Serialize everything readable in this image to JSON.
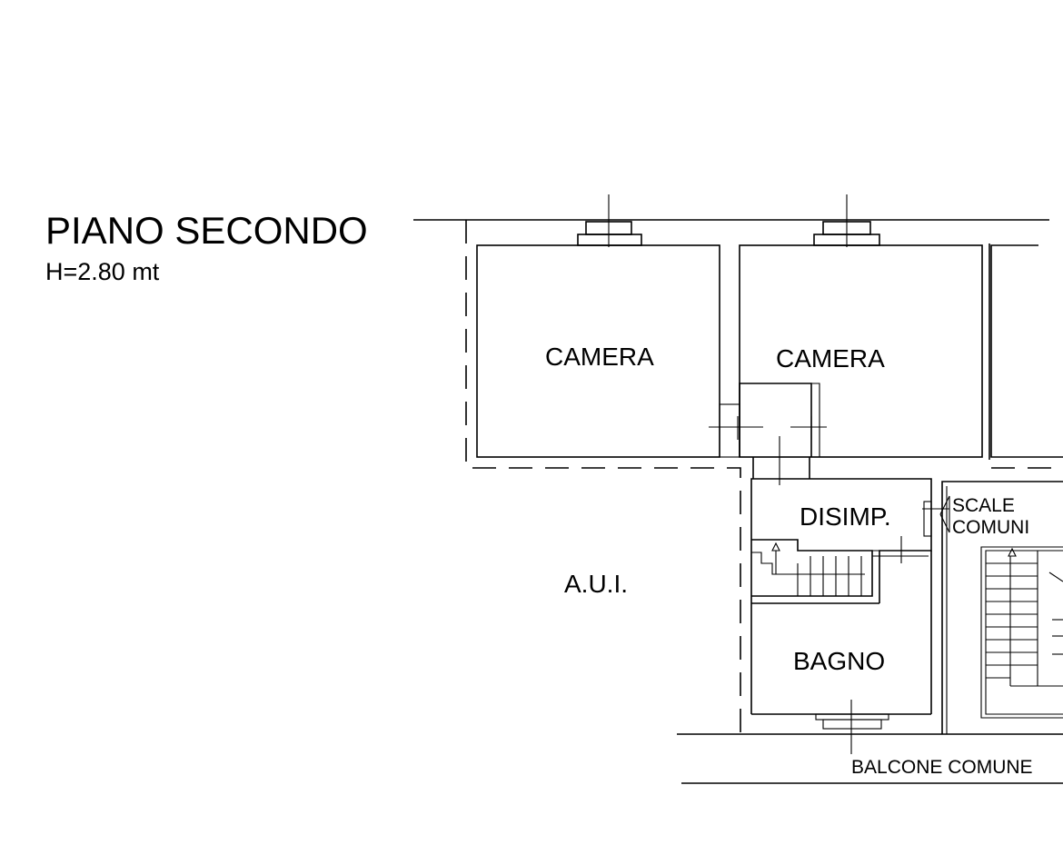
{
  "floor": {
    "title": "PIANO SECONDO",
    "height": "H=2.80 mt"
  },
  "rooms": {
    "camera_1": "CAMERA",
    "camera_2": "CAMERA",
    "disimpegno": "DISIMP.",
    "bagno": "BAGNO",
    "aui": "A.U.I.",
    "scale_comuni_line1": "SCALE",
    "scale_comuni_line2": "COMUNI",
    "balcone_comune": "BALCONE COMUNE"
  }
}
